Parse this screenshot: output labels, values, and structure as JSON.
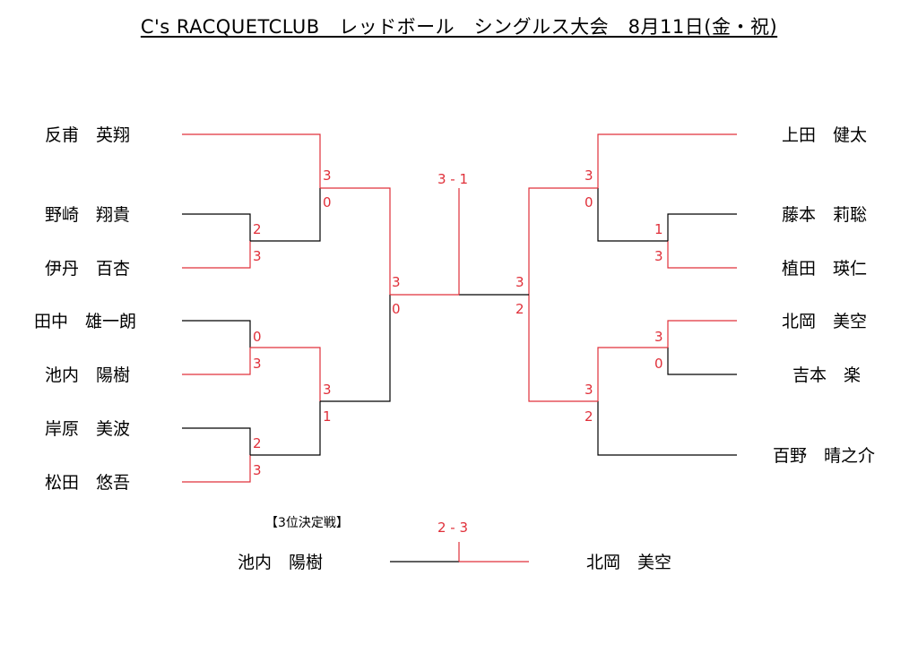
{
  "title": "C's RACQUETCLUB　レッドボール　シングルス大会　8月11日(金・祝)",
  "left_players": [
    "反甫　英翔",
    "野崎　翔貴",
    "伊丹　百杏",
    "田中　雄一朗",
    "池内　陽樹",
    "岸原　美波",
    "松田　悠吾"
  ],
  "right_players": [
    "上田　健太",
    "藤本　莉聡",
    "植田　瑛仁",
    "北岡　美空",
    "吉本　楽",
    "百野　晴之介"
  ],
  "left_scores": {
    "r1_a": [
      "2",
      "3"
    ],
    "r1_b": [
      "0",
      "3"
    ],
    "r1_c": [
      "2",
      "3"
    ],
    "r2_a": [
      "3",
      "0"
    ],
    "r2_b": [
      "3",
      "1"
    ],
    "semi": [
      "3",
      "0"
    ]
  },
  "right_scores": {
    "r2_a": [
      "3",
      "0"
    ],
    "r1_a": [
      "1",
      "3"
    ],
    "r1_b": [
      "3",
      "0"
    ],
    "r2_b": [
      "3",
      "2"
    ],
    "semi": [
      "3",
      "2"
    ]
  },
  "final_score": "3 - 1",
  "third_place": {
    "label": "【3位決定戦】",
    "score": "2 - 3",
    "left": "池内　陽樹",
    "right": "北岡　美空"
  },
  "colors": {
    "win": "#e0303a",
    "line": "#000000"
  }
}
